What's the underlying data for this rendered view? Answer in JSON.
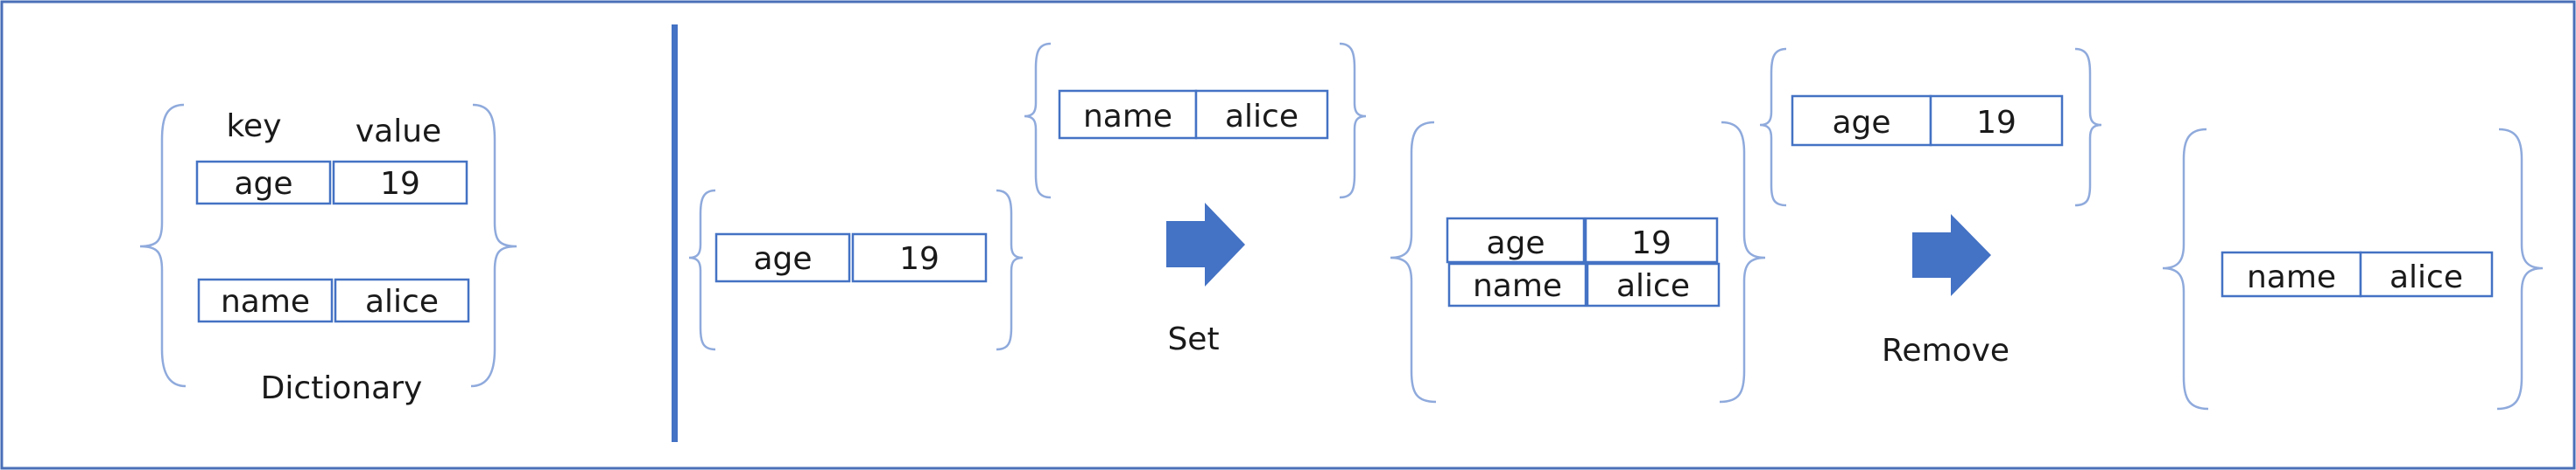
{
  "colors": {
    "frame": "#4a6fb8",
    "cell_border": "#4472c4",
    "brace": "#8faadc",
    "divider": "#4472c4",
    "arrow": "#4472c4",
    "text": "#1a1a1a"
  },
  "dictionary": {
    "key_header": "key",
    "value_header": "value",
    "caption": "Dictionary",
    "entries": [
      {
        "key": "age",
        "value": "19"
      },
      {
        "key": "name",
        "value": "alice"
      }
    ]
  },
  "set_step": {
    "before": [
      {
        "key": "age",
        "value": "19"
      }
    ],
    "incoming": [
      {
        "key": "name",
        "value": "alice"
      }
    ],
    "arrow_icon": "right-arrow-icon",
    "label": "Set"
  },
  "remove_step": {
    "before": [
      {
        "key": "age",
        "value": "19"
      },
      {
        "key": "name",
        "value": "alice"
      }
    ],
    "outgoing": [
      {
        "key": "age",
        "value": "19"
      }
    ],
    "arrow_icon": "right-arrow-icon",
    "label": "Remove",
    "after": [
      {
        "key": "name",
        "value": "alice"
      }
    ]
  }
}
